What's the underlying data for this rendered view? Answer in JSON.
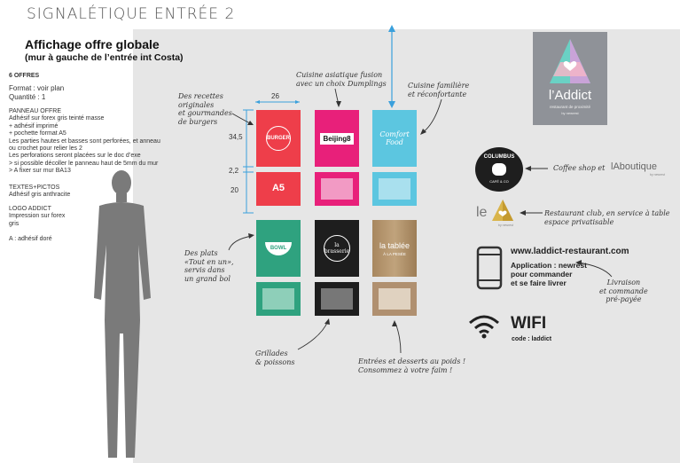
{
  "header": {
    "title": "SIGNALÉTIQUE ENTRÉE 2"
  },
  "section": {
    "title": "Affichage offre globale",
    "subtitle": "(mur à gauche de l’entrée int Costa)"
  },
  "specs": {
    "offres": "6 OFFRES",
    "format": "Format : voir plan",
    "quantite": "Quantité : 1",
    "panneau_title": "PANNEAU OFFRE",
    "panneau_lines": [
      "Adhésif sur forex gris teinté masse",
      "+ adhésif imprimé",
      "+ pochette format A5",
      "Les parties hautes et basses sont perforées, et anneau",
      "ou crochet pour relier les 2",
      "Les perforations seront placées sur le doc d’exe",
      "> si possible décoller le panneau haut de 5mm du mur",
      "> A fixer sur mur BA13"
    ],
    "textes_title": "TEXTES+PICTOS",
    "textes_line": "Adhésif gris anthracite",
    "logo_title": "LOGO ADDICT",
    "logo_lines": [
      "Impression sur forex",
      "gris"
    ],
    "a_line": "A : adhésif doré"
  },
  "dimensions": {
    "width": "26",
    "panel_height": "34,5",
    "gap": "2,2",
    "pocket_height": "20",
    "a5": "A5"
  },
  "annotations": {
    "burgers": [
      "Des recettes",
      "originales",
      "et gourmandes",
      "de burgers"
    ],
    "asian": [
      "Cuisine asiatique fusion",
      "avec un choix Dumplings"
    ],
    "family": [
      "Cuisine familière",
      "et réconfortante"
    ],
    "bowl": [
      "Des plats",
      "«Tout en un»,",
      "servis dans",
      "un grand bol"
    ],
    "grill": [
      "Grillades",
      "& poissons"
    ],
    "buffet": [
      "Entrées et desserts au poids !",
      "Consommez à votre faim !"
    ],
    "coffee": "Coffee shop et",
    "restaurant": [
      "Restaurant club, en service à table",
      "espace privatisable"
    ],
    "delivery": [
      "Livraison",
      "et commande",
      "pré-payée"
    ]
  },
  "panels": {
    "burger": "BURGER",
    "beijing": "Beijing8",
    "comfort": "Comfort Food",
    "bowl": "BOWL",
    "brasserie_line1": "la",
    "brasserie_line2": "brasserie",
    "tablee": "la tablée",
    "tablee_sub": "À LA PESÉE"
  },
  "brand": {
    "name": "l’Addict",
    "tagline": "restaurant de proximité",
    "by": "by newrest",
    "columbus": "COLUMBUS",
    "columbus_sub": "CAFÉ & CO",
    "aboutique": "lAboutique",
    "aboutique_by": "by newrest",
    "le": "le",
    "le_by": "by newrest"
  },
  "web": {
    "url": "www.laddict-restaurant.com",
    "app_lines": [
      "Application : newrest",
      "pour commander",
      "et se faire livrer"
    ]
  },
  "wifi": {
    "label": "WIFI",
    "code": "code : laddict"
  },
  "colors": {
    "burger": "#ee3e4a",
    "beijing": "#e8207a",
    "comfort": "#5cc6e0",
    "bowl": "#2fa27f",
    "brasserie": "#1e1e1e",
    "tablee": "#a8875f",
    "logo_bg": "#8f9298",
    "dimension_line": "#3aa0dc",
    "wall": "#e6e6e6"
  }
}
